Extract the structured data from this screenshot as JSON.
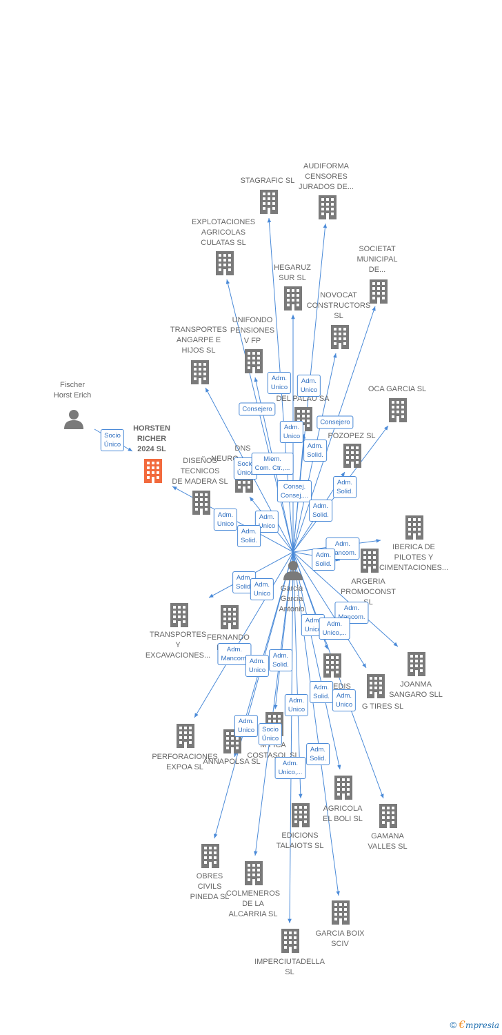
{
  "colors": {
    "edge": "#4a8ad8",
    "icon": "#7a7a7a",
    "highlight": "#f26a3d",
    "badge_text": "#2f6fc0"
  },
  "nodes": [
    {
      "id": "fischer",
      "type": "person",
      "label": "Fischer\nHorst Erich"
    },
    {
      "id": "horsten",
      "type": "company",
      "label": "HORSTEN\nRICHER\n2024  SL",
      "highlight": true
    },
    {
      "id": "garcia",
      "type": "person",
      "label": "Garcia\nGarcia\nAntonio"
    },
    {
      "id": "stagrafic",
      "type": "company",
      "label": "STAGRAFIC  SL"
    },
    {
      "id": "audiforma",
      "type": "company",
      "label": "AUDIFORMA\nCENSORES\nJURADOS DE..."
    },
    {
      "id": "explotaciones",
      "type": "company",
      "label": "EXPLOTACIONES\nAGRICOLAS\nCULATAS  SL"
    },
    {
      "id": "societat",
      "type": "company",
      "label": "SOCIETAT\nMUNICIPAL\nDE..."
    },
    {
      "id": "hegaruz",
      "type": "company",
      "label": "HEGARUZ\nSUR  SL"
    },
    {
      "id": "novocat",
      "type": "company",
      "label": "NOVOCAT\nCONSTRUCTORS\nSL"
    },
    {
      "id": "unifondo",
      "type": "company",
      "label": "UNIFONDO\nPENSIONES\nV FP"
    },
    {
      "id": "transportes_angarpe",
      "type": "company",
      "label": "TRANSPORTES\nANGARPE E\nHIJOS  SL"
    },
    {
      "id": "delpalau",
      "type": "company",
      "label": "DEL  PALAU SA"
    },
    {
      "id": "ocagarcia",
      "type": "company",
      "label": "OCA GARCIA  SL"
    },
    {
      "id": "pozopez",
      "type": "company",
      "label": "POZOPEZ  SL"
    },
    {
      "id": "dns",
      "type": "company",
      "label": "DNS"
    },
    {
      "id": "neuro",
      "type": "company",
      "label": "NEURO"
    },
    {
      "id": "diseno",
      "type": "company",
      "label": "DISEÑOS\nTECNICOS\nDE MADERA SL"
    },
    {
      "id": "iberica",
      "type": "company",
      "label": "IBERICA DE\nPILOTES Y\nCIMENTACIONES..."
    },
    {
      "id": "argeria",
      "type": "company",
      "label": "ARGERIA\nPROMOCONST\nSL"
    },
    {
      "id": "transportes_exc",
      "type": "company",
      "label": "TRANSPORTES\nY\nEXCAVACIONES..."
    },
    {
      "id": "fernando",
      "type": "company",
      "label": "FERNANDO\nROD..."
    },
    {
      "id": "joanma",
      "type": "company",
      "label": "JOANMA\nSANGARO SLL"
    },
    {
      "id": "edis",
      "type": "company",
      "label": "EDIS"
    },
    {
      "id": "gtires",
      "type": "company",
      "label": "G TIRES SL"
    },
    {
      "id": "perforaciones",
      "type": "company",
      "label": "PERFORACIONES\nEXPOA SL"
    },
    {
      "id": "annapolsa",
      "type": "company",
      "label": "ANNAPOLSA  SL"
    },
    {
      "id": "costasol",
      "type": "company",
      "label": "M   FICA\nCOSTASOL  SL"
    },
    {
      "id": "agricola",
      "type": "company",
      "label": "AGRICOLA\nEL BOLI  SL"
    },
    {
      "id": "gamana",
      "type": "company",
      "label": "GAMANA\nVALLES SL"
    },
    {
      "id": "edicions",
      "type": "company",
      "label": "EDICIONS\nTALAIOTS SL"
    },
    {
      "id": "obres",
      "type": "company",
      "label": "OBRES\nCIVILS\nPINEDA SL"
    },
    {
      "id": "colmeneros",
      "type": "company",
      "label": "COLMENEROS\nDE LA\nALCARRIA  SL"
    },
    {
      "id": "garciaboix",
      "type": "company",
      "label": "GARCIA BOIX\nSCIV"
    },
    {
      "id": "imperciutadella",
      "type": "company",
      "label": "IMPERCIUTADELLA\nSL"
    }
  ],
  "badges": [
    {
      "id": "b_socio_unico_1",
      "text": "Socio\nÚnico"
    },
    {
      "id": "b_adm_unico_1",
      "text": "Adm.\nUnico"
    },
    {
      "id": "b_adm_unico_2",
      "text": "Adm.\nUnico"
    },
    {
      "id": "b_consejero_1",
      "text": "Consejero"
    },
    {
      "id": "b_consejero_2",
      "text": "Consejero"
    },
    {
      "id": "b_adm_unico_3",
      "text": "Adm.\nUnico"
    },
    {
      "id": "b_adm_solid_1",
      "text": "Adm.\nSolid."
    },
    {
      "id": "b_socio_unico_2",
      "text": "Socio\nÚnico"
    },
    {
      "id": "b_miem",
      "text": "Miem.\nCom. Ctr.,..."
    },
    {
      "id": "b_adm_solid_2",
      "text": "Adm.\nSolid."
    },
    {
      "id": "b_consej",
      "text": "Consej.\nConsej...."
    },
    {
      "id": "b_adm_solid_3",
      "text": "Adm.\nSolid."
    },
    {
      "id": "b_adm_unico_4",
      "text": "Adm.\nUnico"
    },
    {
      "id": "b_adm_unico_5",
      "text": "Adm.\nUnico"
    },
    {
      "id": "b_adm_solid_4",
      "text": "Adm.\nSolid."
    },
    {
      "id": "b_adm_mancom_1",
      "text": "Adm.\nMancom."
    },
    {
      "id": "b_adm_solid_5",
      "text": "Adm.\nSolid."
    },
    {
      "id": "b_adm_solid_6",
      "text": "Adm.\nSolid."
    },
    {
      "id": "b_adm_unico_6",
      "text": "Adm.\nUnico"
    },
    {
      "id": "b_adm_mancom_2",
      "text": "Adm.\nMancom."
    },
    {
      "id": "b_adm_unico_7",
      "text": "Adm.\nUnico"
    },
    {
      "id": "b_adm_unico_dots",
      "text": "Adm.\nUnico,..."
    },
    {
      "id": "b_adm_mancom_3",
      "text": "Adm.\nMancom."
    },
    {
      "id": "b_adm_unico_8",
      "text": "Adm.\nUnico"
    },
    {
      "id": "b_adm_solid_7",
      "text": "Adm.\nSolid."
    },
    {
      "id": "b_adm_solid_8",
      "text": "Adm.\nSolid."
    },
    {
      "id": "b_adm_unico_9",
      "text": "Adm.\nUnico"
    },
    {
      "id": "b_adm_unico_10",
      "text": "Adm.\nUnico"
    },
    {
      "id": "b_adm_unico_11",
      "text": "Adm.\nUnico"
    },
    {
      "id": "b_socio_unico_3",
      "text": "Socio\nÚnico"
    },
    {
      "id": "b_adm_solid_9",
      "text": "Adm.\nSolid."
    },
    {
      "id": "b_adm_unico_dots_2",
      "text": "Adm.\nUnico,..."
    }
  ],
  "watermark": {
    "copyright": "©",
    "brand_initial": "€",
    "brand_rest": "mpresia"
  }
}
